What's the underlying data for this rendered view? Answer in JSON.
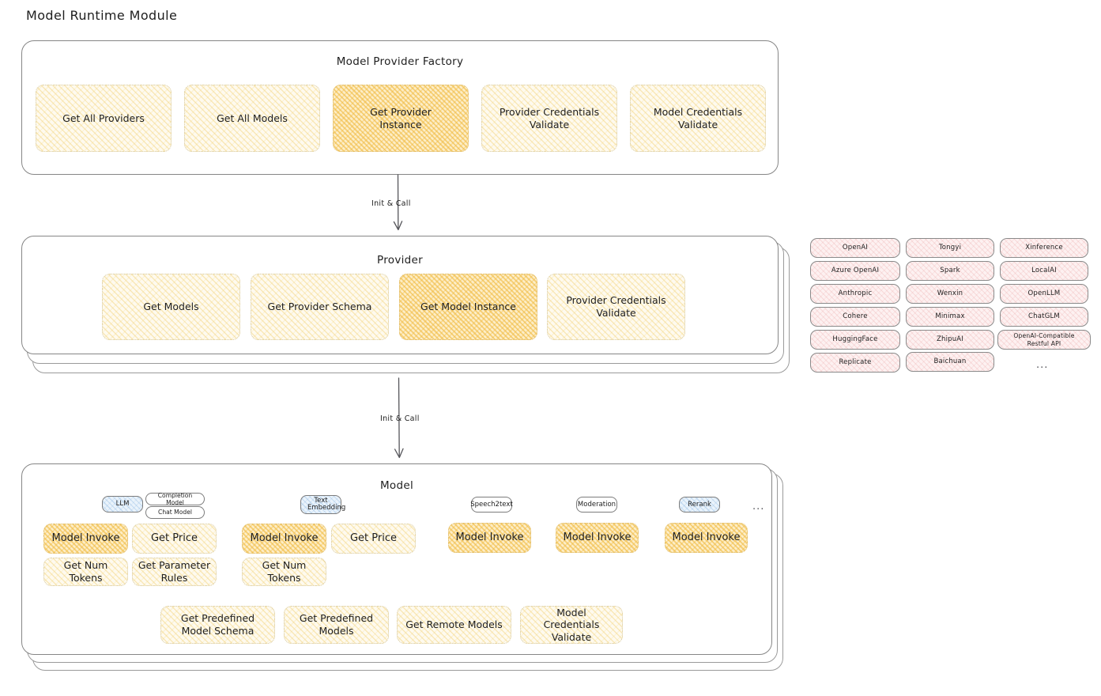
{
  "page": {
    "title": "Model Runtime Module"
  },
  "factory": {
    "title": "Model Provider Factory",
    "boxes": [
      {
        "label": "Get All Providers",
        "highlight": false
      },
      {
        "label": "Get All Models",
        "highlight": false
      },
      {
        "label": "Get Provider Instance",
        "highlight": true
      },
      {
        "label": "Provider Credentials Validate",
        "highlight": false
      },
      {
        "label": "Model Credentials Validate",
        "highlight": false
      }
    ]
  },
  "arrows": [
    {
      "label": "Init & Call"
    },
    {
      "label": "Init & Call"
    }
  ],
  "provider": {
    "title": "Provider",
    "boxes": [
      {
        "label": "Get Models",
        "highlight": false
      },
      {
        "label": "Get Provider Schema",
        "highlight": false
      },
      {
        "label": "Get Model Instance",
        "highlight": true
      },
      {
        "label": "Provider Credentials Validate",
        "highlight": false
      }
    ]
  },
  "provider_list": {
    "column1": [
      "OpenAI",
      "Azure OpenAI",
      "Anthropic",
      "Cohere",
      "HuggingFace",
      "Replicate"
    ],
    "column2": [
      "Tongyi",
      "Spark",
      "Wenxin",
      "Minimax",
      "ZhipuAI",
      "Baichuan"
    ],
    "column3": [
      "Xinference",
      "LocalAI",
      "OpenLLM",
      "ChatGLM",
      "OpenAI-Compatible Restful API"
    ],
    "more": "..."
  },
  "model": {
    "title": "Model",
    "more": "...",
    "types": [
      {
        "name": "LLM",
        "style": "blue",
        "subtypes": [
          "Completion Model",
          "Chat Model"
        ],
        "methods": [
          "Model Invoke",
          "Get Price",
          "Get Num Tokens",
          "Get Parameter Rules"
        ]
      },
      {
        "name": "Text Embedding",
        "style": "blue",
        "subtypes": [],
        "methods": [
          "Model Invoke",
          "Get Price",
          "Get Num Tokens"
        ]
      },
      {
        "name": "Speech2text",
        "style": "white",
        "subtypes": [],
        "methods": [
          "Model Invoke"
        ]
      },
      {
        "name": "Moderation",
        "style": "white",
        "subtypes": [],
        "methods": [
          "Model Invoke"
        ]
      },
      {
        "name": "Rerank",
        "style": "blue",
        "subtypes": [],
        "methods": [
          "Model Invoke"
        ]
      }
    ],
    "common_methods": [
      "Get Predefined Model Schema",
      "Get Predefined Models",
      "Get Remote Models",
      "Model Credentials Validate"
    ]
  },
  "colors": {
    "stroke": "#1e1e1e",
    "container_border": "#868686",
    "yellow_fill": "#fefaef",
    "yellow_strong_fill": "#fdeec8",
    "pink_fill": "#fdf1f1",
    "blue_fill": "#eaf3fb"
  }
}
